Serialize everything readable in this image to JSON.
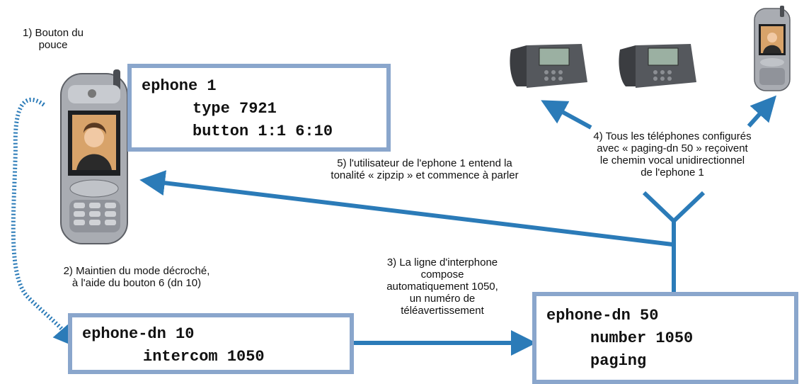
{
  "colors": {
    "arrow": "#2b7bb8",
    "box_border": "#8aa6cc"
  },
  "labels": {
    "step1": [
      "1) Bouton du",
      "pouce"
    ],
    "step2": [
      "2) Maintien du mode décroché,",
      "à l'aide du bouton 6 (dn 10)"
    ],
    "step3": [
      "3) La ligne d'interphone",
      "compose",
      "automatiquement 1050,",
      "un numéro de",
      "téléavertissement"
    ],
    "step4": [
      "4) Tous les téléphones configurés",
      "avec « paging-dn 50 » reçoivent",
      "le chemin vocal unidirectionnel",
      "de l'ephone 1"
    ],
    "step5": [
      "5) l'utilisateur de l'ephone 1 entend la",
      "tonalité « zipzip » et commence à parler"
    ]
  },
  "boxes": {
    "ephone": [
      "ephone 1",
      "type 7921",
      "button 1:1 6:10"
    ],
    "ephone_dn_10": [
      "ephone-dn 10",
      "intercom 1050"
    ],
    "ephone_dn_50": [
      "ephone-dn 50",
      "number 1050",
      "paging"
    ]
  },
  "icons": {
    "handset_left": "wireless-phone-icon",
    "handset_right": "wireless-phone-icon",
    "desk_phone_1": "desk-phone-icon",
    "desk_phone_2": "desk-phone-icon"
  }
}
